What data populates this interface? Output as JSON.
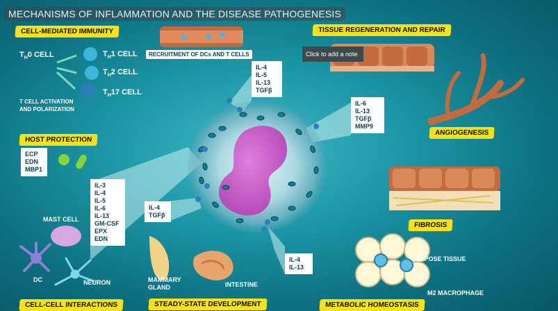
{
  "title": "MECHANISMS OF INFLAMMATION AND THE DISEASE PATHOGENESIS",
  "note_button": "Click to add a note",
  "sections": {
    "cell_mediated": "CELL-MEDIATED IMMUNITY",
    "tissue_regen": "TISSUE REGENERATION AND REPAIR",
    "angiogenesis": "ANGIOGENESIS",
    "host_protection": "HOST PROTECTION",
    "fibrosis": "FIBROSIS",
    "cell_cell": "CELL-CELL INTERACTIONS",
    "steady_state": "STEADY-STATE DEVELOPMENT",
    "metabolic": "METABOLIC HOMEOSTASIS"
  },
  "labels": {
    "recruitment": "RECRUITMENT OF DCs AND T CELLS",
    "th0": "T",
    "th0_sub": "H",
    "th0_tail": "0 CELL",
    "th1": "T",
    "th1_sub": "H",
    "th1_tail": "1 CELL",
    "th2": "T",
    "th2_sub": "H",
    "th2_tail": "2 CELL",
    "th17": "T",
    "th17_sub": "H",
    "th17_tail": "17 CELL",
    "activation_1": "T CELL ACTIVATION",
    "activation_2": "AND POLARIZATION",
    "mast_cell": "MAST CELL",
    "dc": "DC",
    "neuron": "NEURON",
    "mammary_1": "MAMMARY",
    "mammary_2": "GLAND",
    "intestine": "INTESTINE",
    "adipose": "ADIPOSE TISSUE",
    "m2": "M2 MACROPHAGE"
  },
  "boxes": {
    "top": [
      "IL-4",
      "IL-5",
      "IL-13",
      "TGFβ"
    ],
    "right": [
      "IL-6",
      "IL-13",
      "TGFβ",
      "MMP9"
    ],
    "host": [
      "ECP",
      "EDN",
      "MBP1"
    ],
    "left": [
      "IL-3",
      "IL-4",
      "IL-5",
      "IL-6",
      "IL-13",
      "GM-CSF",
      "EPX",
      "EDN"
    ],
    "mid": [
      "IL-4",
      "TGFβ"
    ],
    "bottom": [
      "IL-4",
      "IL-13"
    ]
  },
  "colors": {
    "highlight": "#f6e11a",
    "background": "#1c97a6",
    "nucleus": "#c45fc4",
    "tissue": "#d88a5e"
  }
}
